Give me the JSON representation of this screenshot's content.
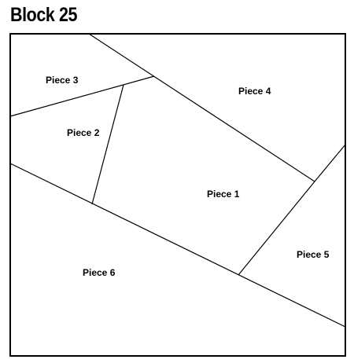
{
  "title": "Block 25",
  "pieces": [
    {
      "id": "piece-1",
      "label": "Piece 1"
    },
    {
      "id": "piece-2",
      "label": "Piece 2"
    },
    {
      "id": "piece-3",
      "label": "Piece 3"
    },
    {
      "id": "piece-4",
      "label": "Piece 4"
    },
    {
      "id": "piece-5",
      "label": "Piece 5"
    },
    {
      "id": "piece-6",
      "label": "Piece 6"
    }
  ],
  "colors": {
    "line": "#000000",
    "background": "#ffffff"
  }
}
